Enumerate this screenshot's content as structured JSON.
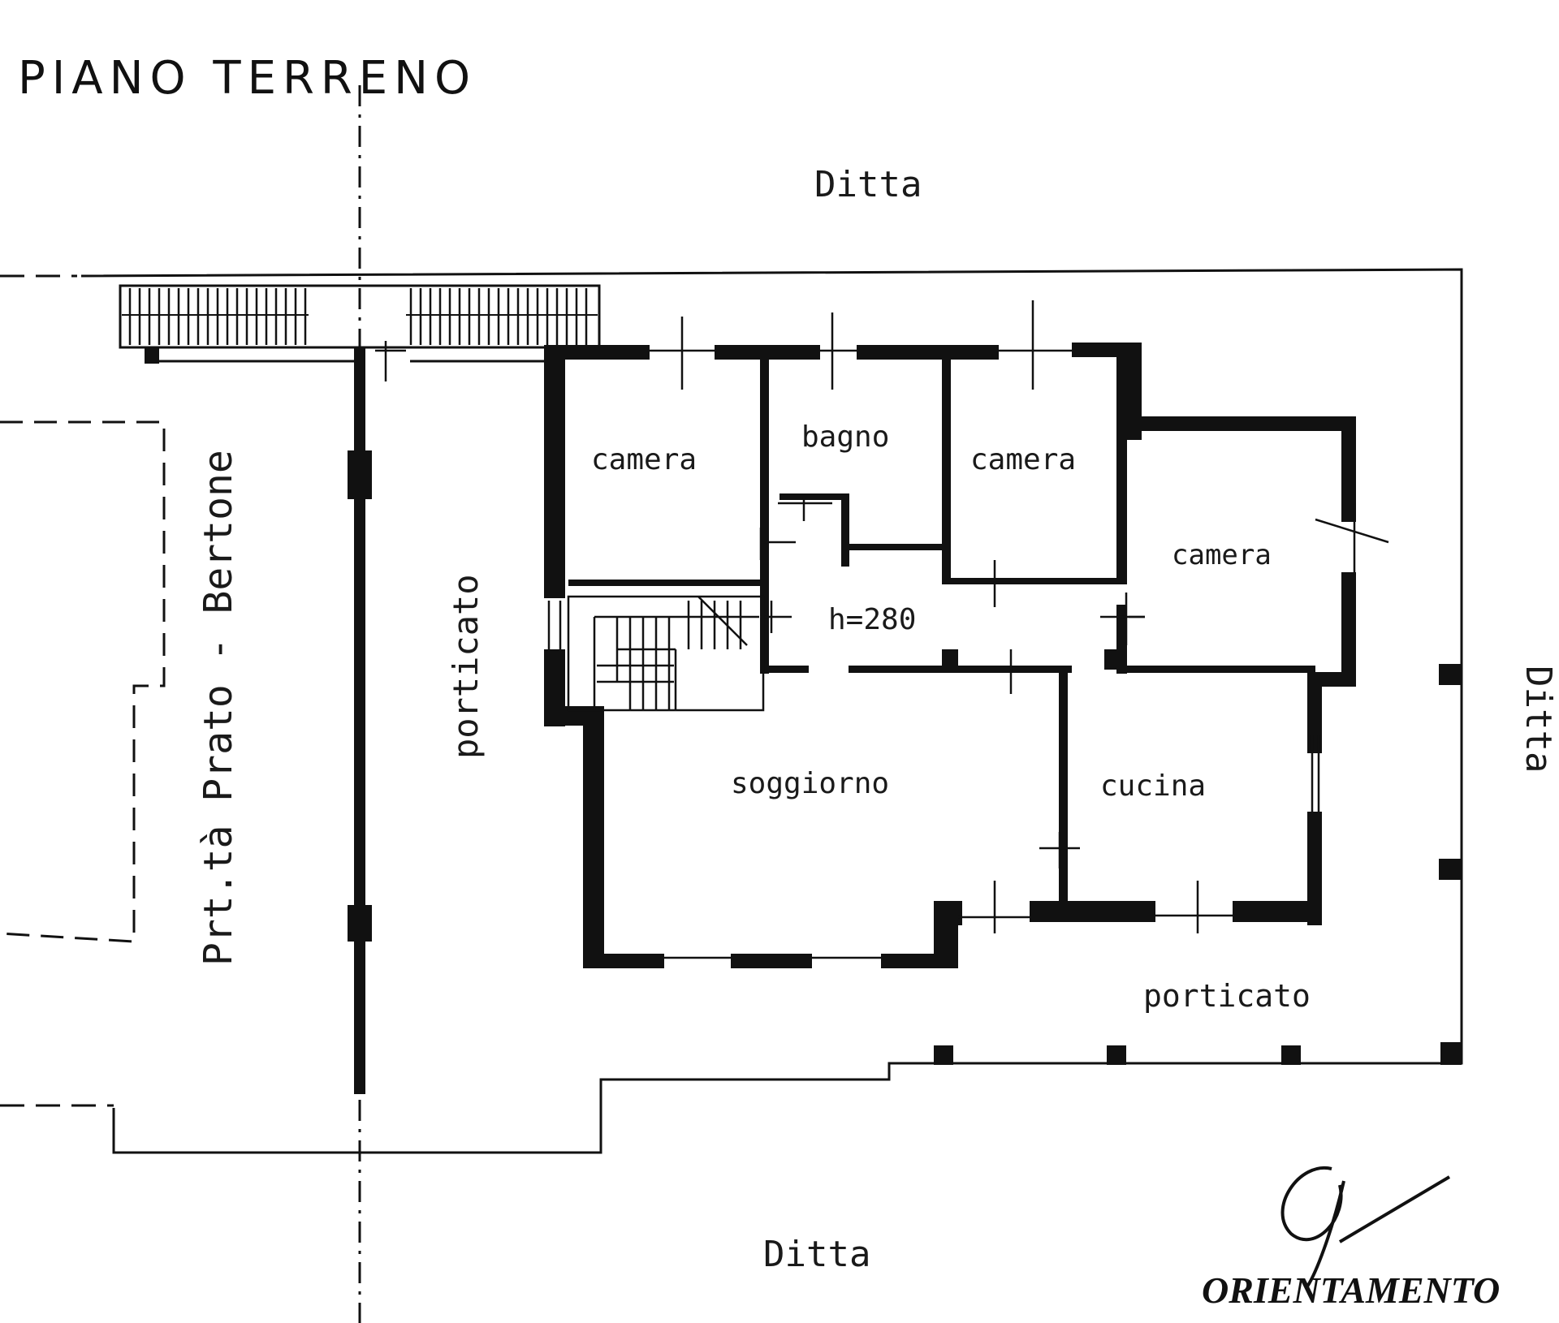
{
  "title": "PIANO TERRENO",
  "neighbors": {
    "top": "Ditta",
    "bottom": "Ditta",
    "right": "Ditta"
  },
  "side_property": "Prt.tà Prato - Bertone",
  "rooms": {
    "camera_1": "camera",
    "bagno": "bagno",
    "camera_2": "camera",
    "camera_3": "camera",
    "height_note": "h=280",
    "soggiorno": "soggiorno",
    "cucina": "cucina"
  },
  "porches": {
    "left": "porticato",
    "bottom": "porticato"
  },
  "orientation_label": "ORIENTAMENTO",
  "colors": {
    "ink": "#111111",
    "paper": "#ffffff"
  }
}
